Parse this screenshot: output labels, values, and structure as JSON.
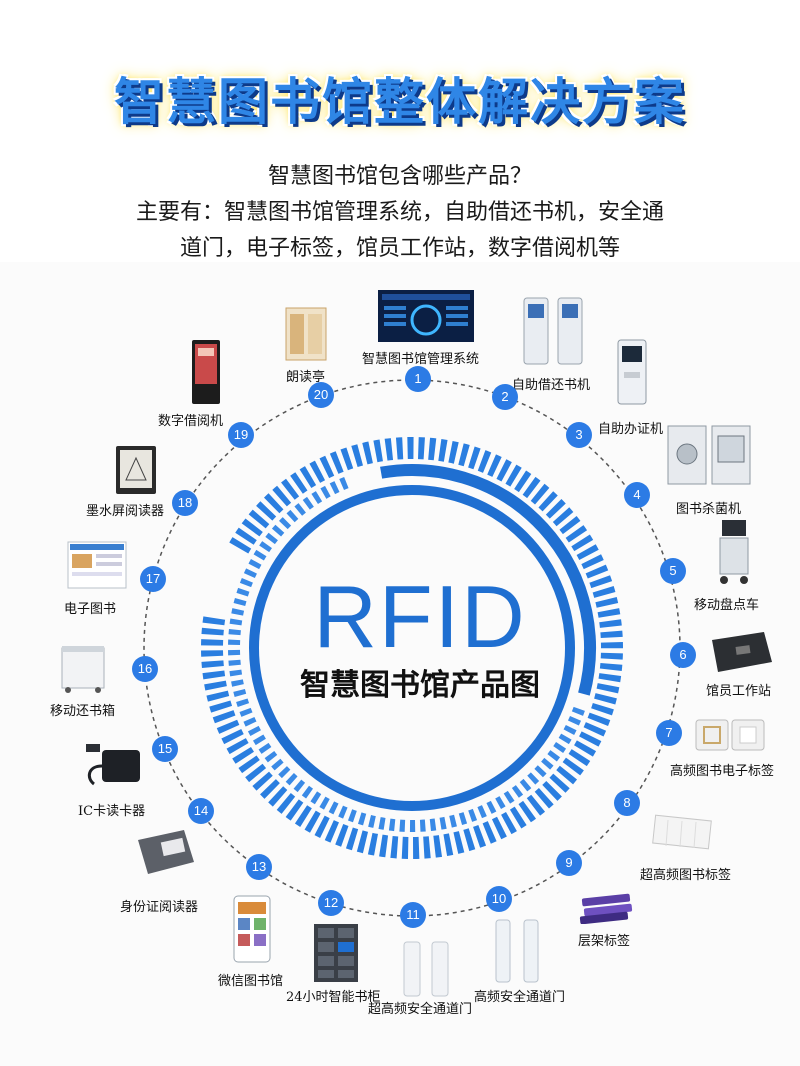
{
  "title": "智慧图书馆整体解决方案",
  "intro": {
    "line1": "智慧图书馆包含哪些产品？",
    "line2": "主要有：智慧图书馆管理系统，自助借还书机，安全通",
    "line3": "道门，电子标签，馆员工作站，数字借阅机等"
  },
  "center": {
    "main": "RFID",
    "sub": "智慧图书馆产品图"
  },
  "products": [
    {
      "n": "1",
      "label": "智慧图书馆管理系统"
    },
    {
      "n": "2",
      "label": "自助借还书机"
    },
    {
      "n": "3",
      "label": "自助办证机"
    },
    {
      "n": "4",
      "label": "图书杀菌机"
    },
    {
      "n": "5",
      "label": "移动盘点车"
    },
    {
      "n": "6",
      "label": "馆员工作站"
    },
    {
      "n": "7",
      "label": "高频图书电子标签"
    },
    {
      "n": "8",
      "label": "超高频图书标签"
    },
    {
      "n": "9",
      "label": "层架标签"
    },
    {
      "n": "10",
      "label": "高频安全通道门"
    },
    {
      "n": "11",
      "label": "超高频安全通道门"
    },
    {
      "n": "12",
      "label": "24小时智能书柜"
    },
    {
      "n": "13",
      "label": "微信图书馆"
    },
    {
      "n": "14",
      "label": "身份证阅读器"
    },
    {
      "n": "15",
      "label": "IC卡读卡器"
    },
    {
      "n": "16",
      "label": "移动还书箱"
    },
    {
      "n": "17",
      "label": "电子图书"
    },
    {
      "n": "18",
      "label": "墨水屏阅读器"
    },
    {
      "n": "19",
      "label": "数字借阅机"
    },
    {
      "n": "20",
      "label": "朗读亭"
    }
  ],
  "colors": {
    "accent": "#2c7be5",
    "ring": "#1f6fd1",
    "title_fill": "#2f86e6",
    "title_glow": "#ffe14a"
  }
}
